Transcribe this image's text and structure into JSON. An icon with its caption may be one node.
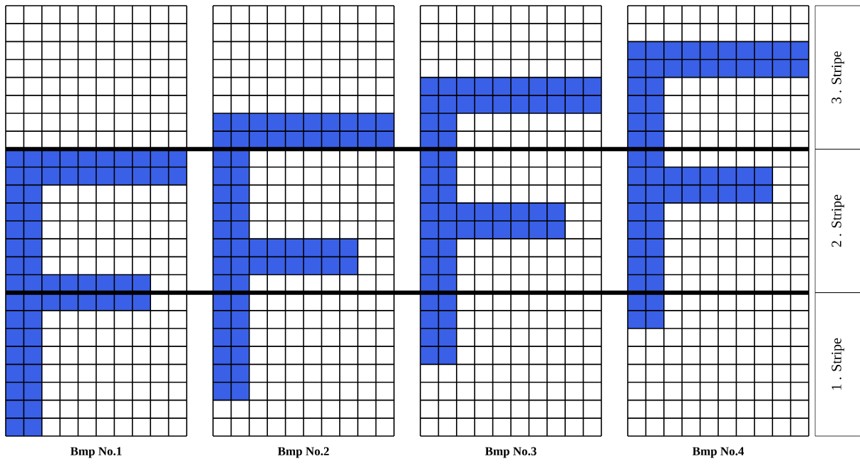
{
  "diagram": {
    "nodes": [
      {
        "text": [
          "3 . Stripe"
        ]
      },
      {
        "text": [
          "2 . Stripe"
        ]
      },
      {
        "text": [
          "1 . Stripe"
        ]
      }
    ],
    "labels": [
      "Bmp No.1",
      "Bmp No.2",
      "Bmp No.3",
      "Bmp No.4"
    ]
  }
}
